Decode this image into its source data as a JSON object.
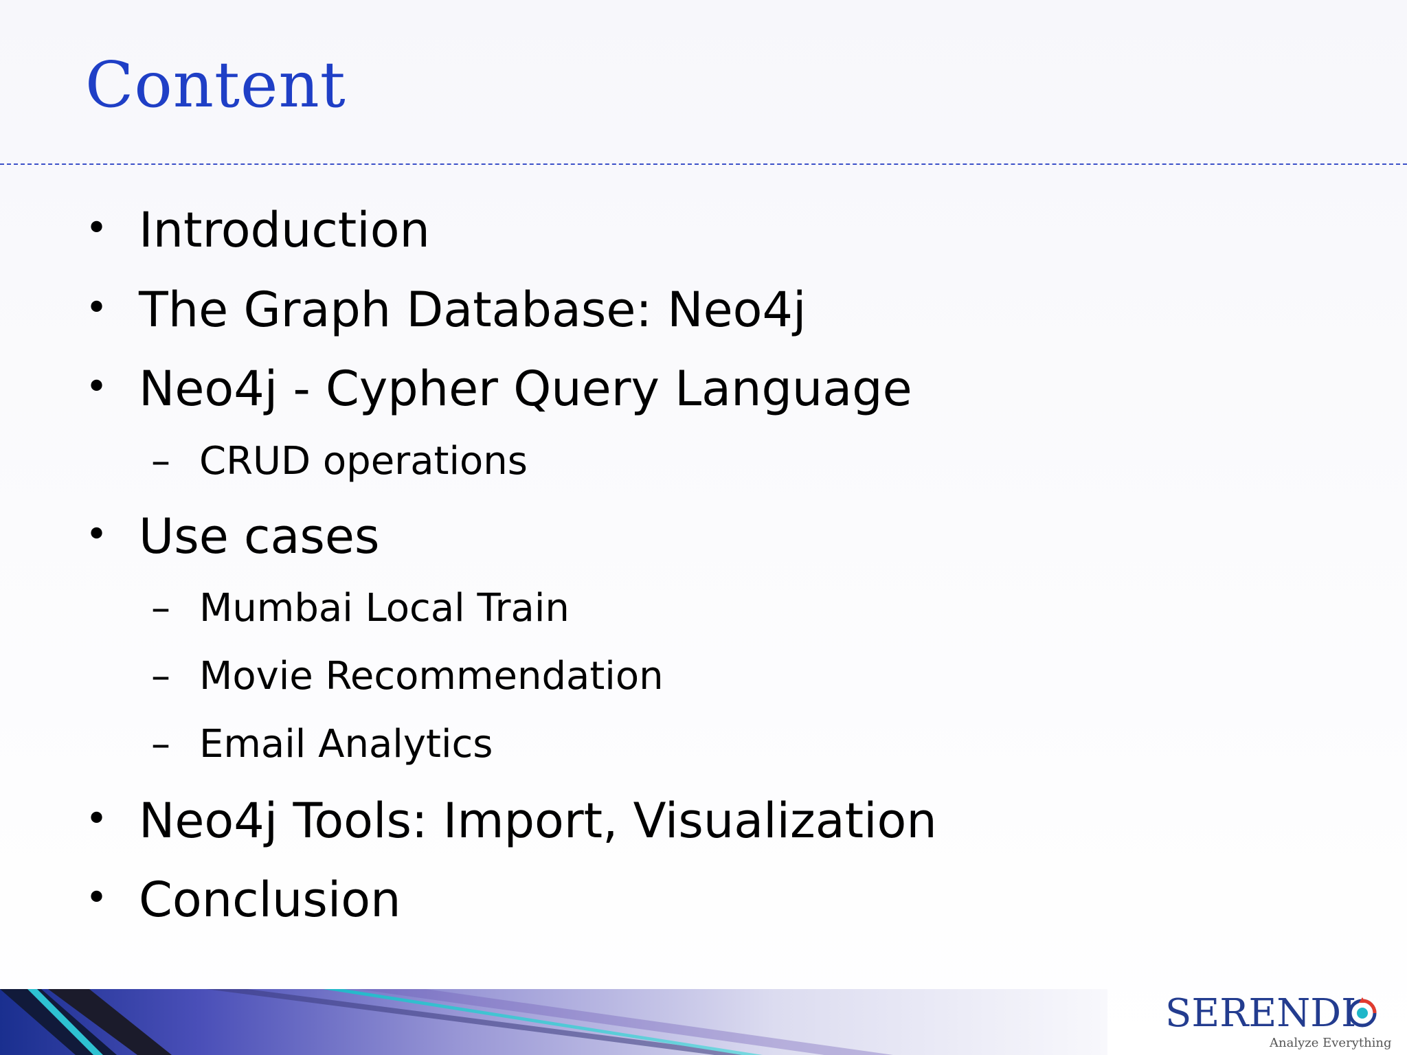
{
  "slide": {
    "title": "Content",
    "items": [
      {
        "level": 1,
        "marker": "•",
        "text": "Introduction"
      },
      {
        "level": 1,
        "marker": "•",
        "text": "The Graph Database: Neo4j"
      },
      {
        "level": 1,
        "marker": "•",
        "text": "Neo4j - Cypher Query Language"
      },
      {
        "level": 2,
        "marker": "–",
        "text": "CRUD operations"
      },
      {
        "level": 1,
        "marker": "•",
        "text": "Use cases"
      },
      {
        "level": 2,
        "marker": "–",
        "text": "Mumbai Local Train"
      },
      {
        "level": 2,
        "marker": "–",
        "text": "Movie Recommendation"
      },
      {
        "level": 2,
        "marker": "–",
        "text": "Email Analytics"
      },
      {
        "level": 1,
        "marker": "•",
        "text": "Neo4j Tools: Import, Visualization"
      },
      {
        "level": 1,
        "marker": "•",
        "text": "Conclusion"
      }
    ]
  },
  "logo": {
    "name": "SERENDI",
    "tagline": "Analyze Everything"
  },
  "colors": {
    "title": "#1f3fc6",
    "divider": "#3b50c8",
    "logo": "#233c8f"
  }
}
